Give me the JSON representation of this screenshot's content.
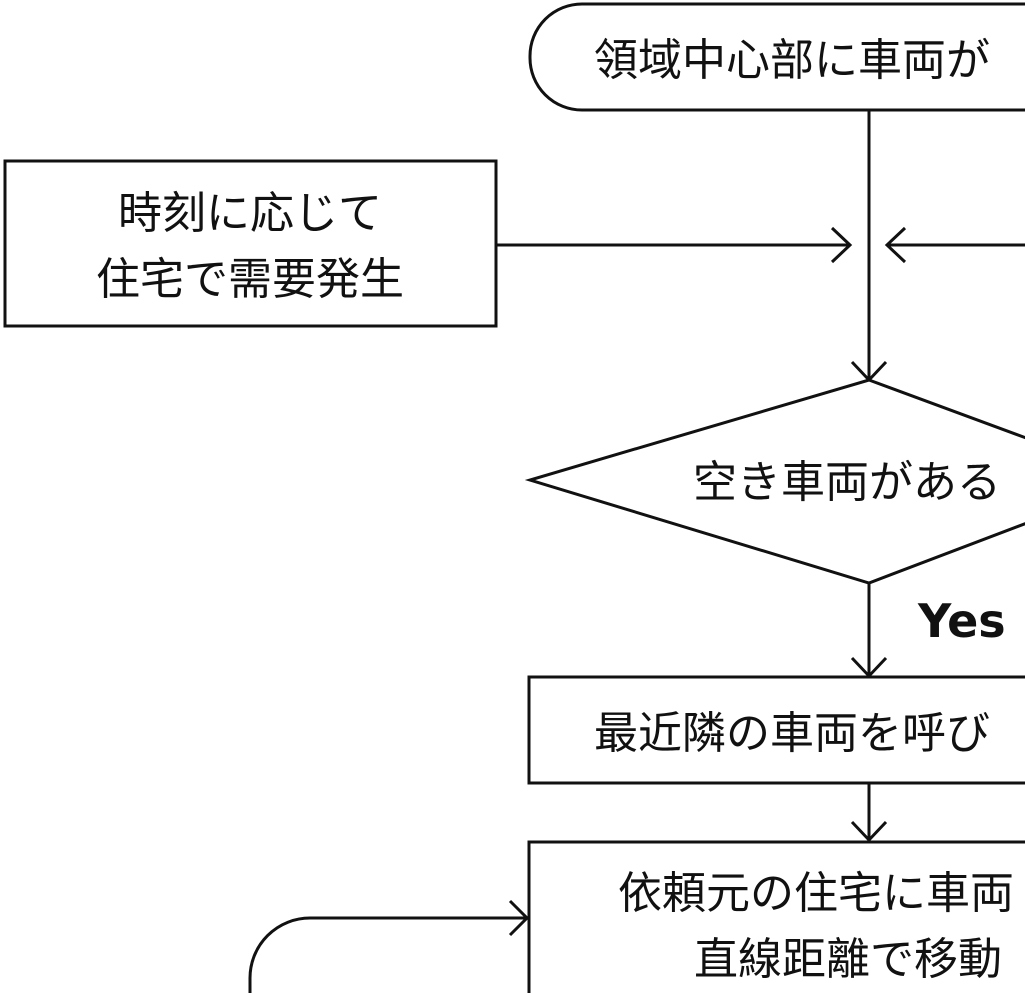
{
  "diagram": {
    "start_node": {
      "text": "領域中心部に車両が"
    },
    "demand_node": {
      "line1": "時刻に応じて",
      "line2": "住宅で需要発生"
    },
    "decision_node": {
      "text": "空き車両がある"
    },
    "yes_label": "Yes",
    "dispatch_node": {
      "text": "最近隣の車両を呼び"
    },
    "move_node": {
      "line1": "依頼元の住宅に車両",
      "line2": "直線距離で移動"
    }
  },
  "colors": {
    "stroke": "#111111",
    "background": "#ffffff"
  }
}
